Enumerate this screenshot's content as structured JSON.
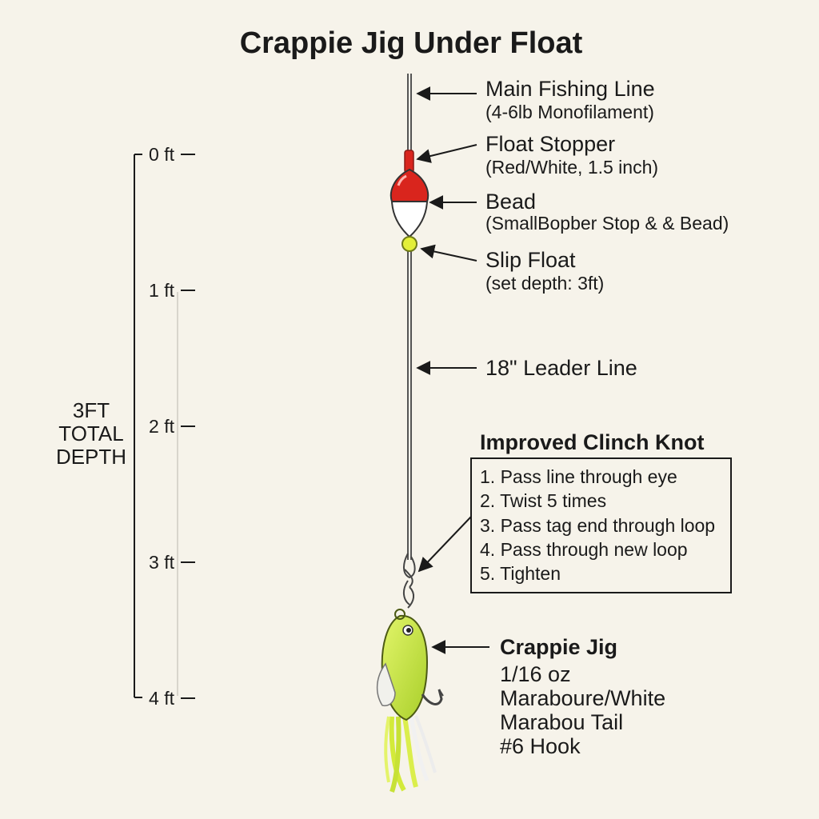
{
  "title": "Crappie Jig Under Float",
  "depth_scale": {
    "ticks": [
      "0 ft",
      "1 ft",
      "2 ft",
      "3 ft",
      "4 ft"
    ],
    "total_label": [
      "3FT",
      "TOTAL",
      "DEPTH"
    ]
  },
  "labels": {
    "main_line": {
      "title": "Main Fishing Line",
      "detail": "(4-6lb Monofilament)"
    },
    "float_stopper": {
      "title": "Float Stopper",
      "detail": "(Red/White, 1.5 inch)"
    },
    "bead": {
      "title": "Bead",
      "detail": "(SmallBopber Stop & & Bead)"
    },
    "slip_float": {
      "title": "Slip Float",
      "detail": "(set depth: 3ft)"
    },
    "leader": {
      "title": "18\" Leader Line"
    },
    "jig": {
      "title": "Crappie Jig",
      "lines": [
        "1/16 oz",
        "Maraboure/White",
        "Marabou Tail",
        "#6 Hook"
      ]
    }
  },
  "knot": {
    "title": "Improved Clinch Knot",
    "steps": [
      "1. Pass line through eye",
      "2. Twist 5 times",
      "3. Pass tag end through loop",
      "4. Pass through new loop",
      "5. Tighten"
    ]
  },
  "colors": {
    "background": "#f6f3ea",
    "float_red": "#d9251d",
    "float_white": "#ffffff",
    "bead": "#e3ef38",
    "jig_body": "#c9e648",
    "line": "#555555"
  }
}
